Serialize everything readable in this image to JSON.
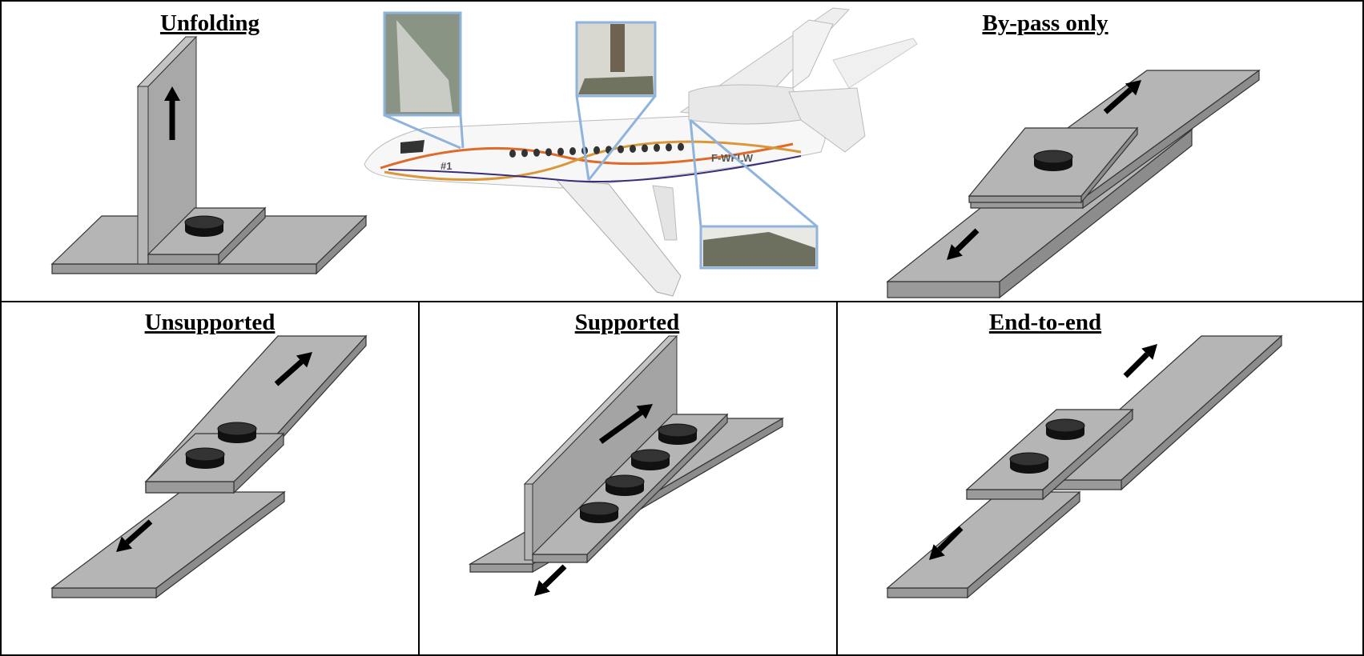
{
  "panels": {
    "unfolding": {
      "title": "Unfolding"
    },
    "bypass": {
      "title": "By-pass only"
    },
    "unsupported": {
      "title": "Unsupported"
    },
    "supported": {
      "title": "Supported"
    },
    "end_to_end": {
      "title": "End-to-end"
    }
  },
  "aircraft": {
    "registration": "F-WFLW",
    "number": "#1"
  },
  "colors": {
    "plate_top": "#b5b5b5",
    "plate_front": "#9a9a9a",
    "plate_side": "#8c8c8c",
    "bolt": "#222222",
    "callout": "#8fb3dc",
    "border": "#000000"
  }
}
